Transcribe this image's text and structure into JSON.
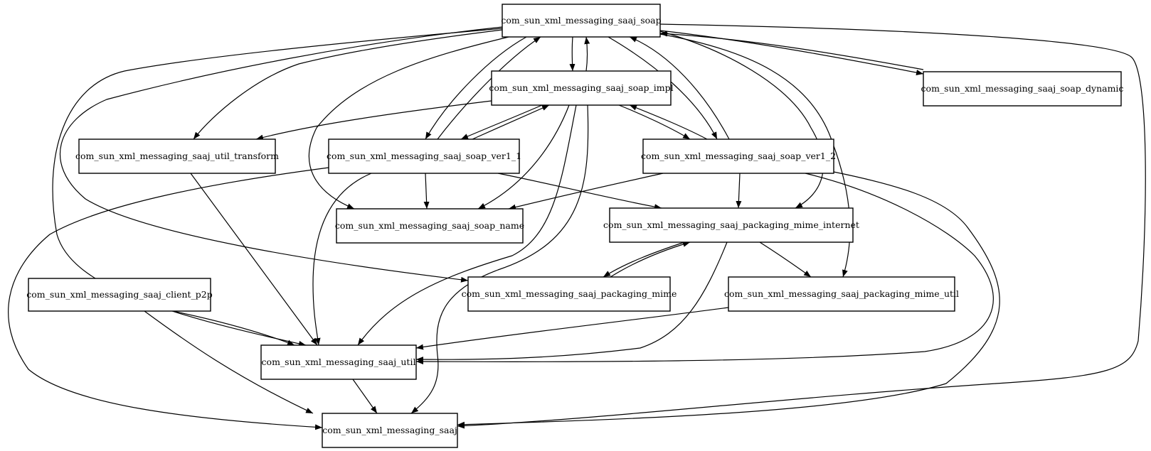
{
  "diagram": {
    "nodes": [
      {
        "id": "soap",
        "label": "com_sun_xml_messaging_saaj_soap"
      },
      {
        "id": "soap_impl",
        "label": "com_sun_xml_messaging_saaj_soap_impl"
      },
      {
        "id": "soap_dynamic",
        "label": "com_sun_xml_messaging_saaj_soap_dynamic"
      },
      {
        "id": "util_transform",
        "label": "com_sun_xml_messaging_saaj_util_transform"
      },
      {
        "id": "soap_ver1_1",
        "label": "com_sun_xml_messaging_saaj_soap_ver1_1"
      },
      {
        "id": "soap_ver1_2",
        "label": "com_sun_xml_messaging_saaj_soap_ver1_2"
      },
      {
        "id": "soap_name",
        "label": "com_sun_xml_messaging_saaj_soap_name"
      },
      {
        "id": "packaging_mime_internet",
        "label": "com_sun_xml_messaging_saaj_packaging_mime_internet"
      },
      {
        "id": "client_p2p",
        "label": "com_sun_xml_messaging_saaj_client_p2p"
      },
      {
        "id": "packaging_mime",
        "label": "com_sun_xml_messaging_saaj_packaging_mime"
      },
      {
        "id": "packaging_mime_util",
        "label": "com_sun_xml_messaging_saaj_packaging_mime_util"
      },
      {
        "id": "util",
        "label": "com_sun_xml_messaging_saaj_util"
      },
      {
        "id": "saaj",
        "label": "com_sun_xml_messaging_saaj"
      }
    ],
    "edges": [
      {
        "from": "soap",
        "to": "soap_impl"
      },
      {
        "from": "soap",
        "to": "soap_dynamic"
      },
      {
        "from": "soap",
        "to": "util_transform"
      },
      {
        "from": "soap",
        "to": "soap_ver1_1"
      },
      {
        "from": "soap",
        "to": "soap_ver1_2"
      },
      {
        "from": "soap",
        "to": "soap_name"
      },
      {
        "from": "soap",
        "to": "packaging_mime_internet"
      },
      {
        "from": "soap",
        "to": "packaging_mime_util"
      },
      {
        "from": "soap",
        "to": "packaging_mime"
      },
      {
        "from": "soap",
        "to": "util"
      },
      {
        "from": "soap",
        "to": "saaj"
      },
      {
        "from": "soap_impl",
        "to": "soap"
      },
      {
        "from": "soap_impl",
        "to": "util_transform"
      },
      {
        "from": "soap_impl",
        "to": "soap_ver1_1"
      },
      {
        "from": "soap_impl",
        "to": "soap_ver1_2"
      },
      {
        "from": "soap_impl",
        "to": "soap_name"
      },
      {
        "from": "soap_impl",
        "to": "util"
      },
      {
        "from": "soap_impl",
        "to": "saaj"
      },
      {
        "from": "soap_dynamic",
        "to": "soap"
      },
      {
        "from": "soap_ver1_1",
        "to": "soap"
      },
      {
        "from": "soap_ver1_1",
        "to": "soap_impl"
      },
      {
        "from": "soap_ver1_1",
        "to": "soap_name"
      },
      {
        "from": "soap_ver1_1",
        "to": "packaging_mime_internet"
      },
      {
        "from": "soap_ver1_1",
        "to": "util"
      },
      {
        "from": "soap_ver1_1",
        "to": "saaj"
      },
      {
        "from": "soap_ver1_2",
        "to": "soap"
      },
      {
        "from": "soap_ver1_2",
        "to": "soap_impl"
      },
      {
        "from": "soap_ver1_2",
        "to": "soap_name"
      },
      {
        "from": "soap_ver1_2",
        "to": "packaging_mime_internet"
      },
      {
        "from": "soap_ver1_2",
        "to": "util"
      },
      {
        "from": "soap_ver1_2",
        "to": "saaj"
      },
      {
        "from": "util_transform",
        "to": "util"
      },
      {
        "from": "packaging_mime_internet",
        "to": "packaging_mime"
      },
      {
        "from": "packaging_mime_internet",
        "to": "packaging_mime_util"
      },
      {
        "from": "packaging_mime_internet",
        "to": "util"
      },
      {
        "from": "packaging_mime",
        "to": "packaging_mime_internet"
      },
      {
        "from": "packaging_mime_util",
        "to": "util"
      },
      {
        "from": "client_p2p",
        "to": "util"
      },
      {
        "from": "client_p2p",
        "to": "saaj"
      },
      {
        "from": "util",
        "to": "saaj"
      }
    ]
  }
}
